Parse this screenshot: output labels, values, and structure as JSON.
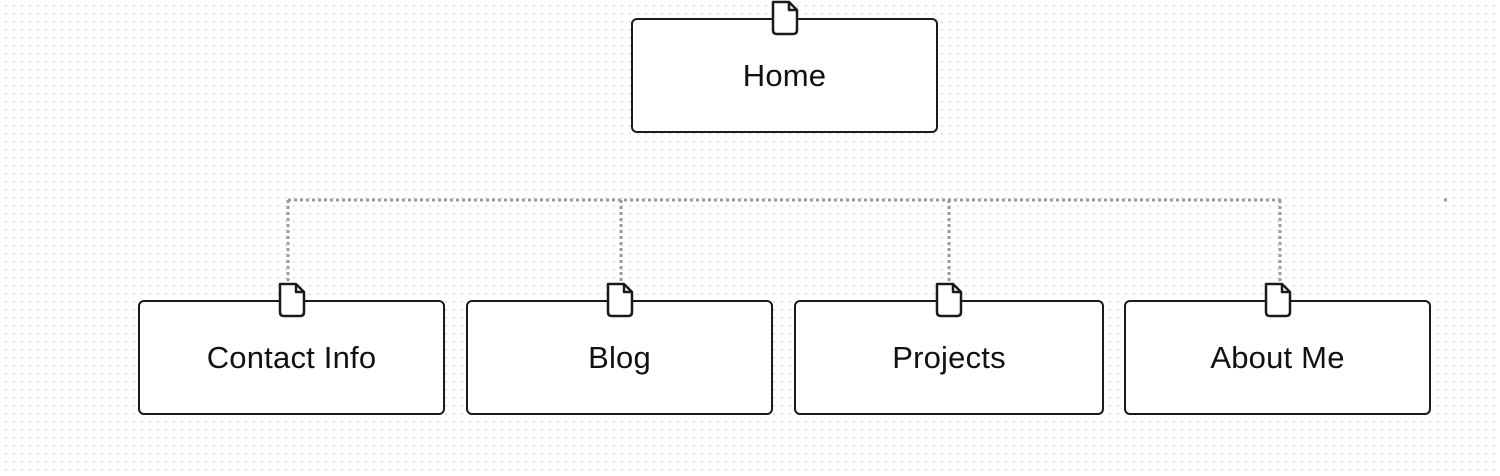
{
  "sitemap": {
    "root": {
      "label": "Home",
      "icon": "page-icon"
    },
    "children": [
      {
        "label": "Contact Info",
        "icon": "page-icon"
      },
      {
        "label": "Blog",
        "icon": "page-icon"
      },
      {
        "label": "Projects",
        "icon": "page-icon"
      },
      {
        "label": "About Me",
        "icon": "page-icon"
      }
    ],
    "connector_color": "#9a9a9a",
    "node_border_color": "#1a1a1a"
  }
}
